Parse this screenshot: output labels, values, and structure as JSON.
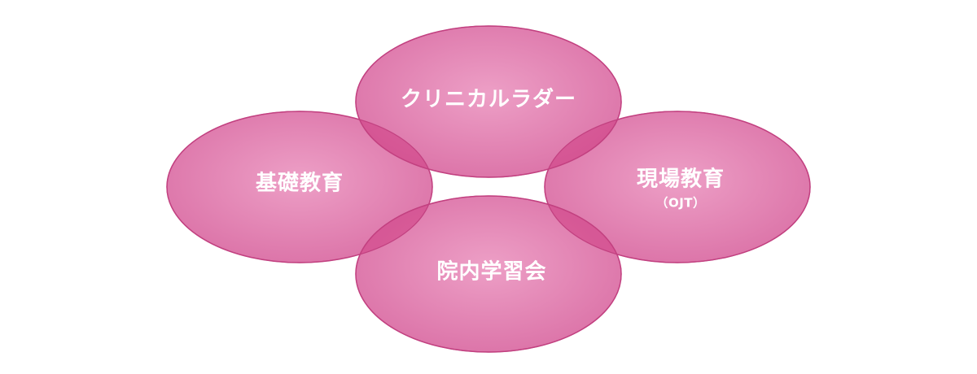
{
  "colors": {
    "fill": "#e46fa8",
    "stroke": "#c24180",
    "overlap": "#cf3f85",
    "text": "#ffffff"
  },
  "nodes": {
    "top": {
      "label": "クリニカルラダー"
    },
    "left": {
      "label": "基礎教育"
    },
    "right": {
      "label": "現場教育",
      "sub": "（OJT）"
    },
    "bottom": {
      "label": "院内学習会"
    }
  }
}
